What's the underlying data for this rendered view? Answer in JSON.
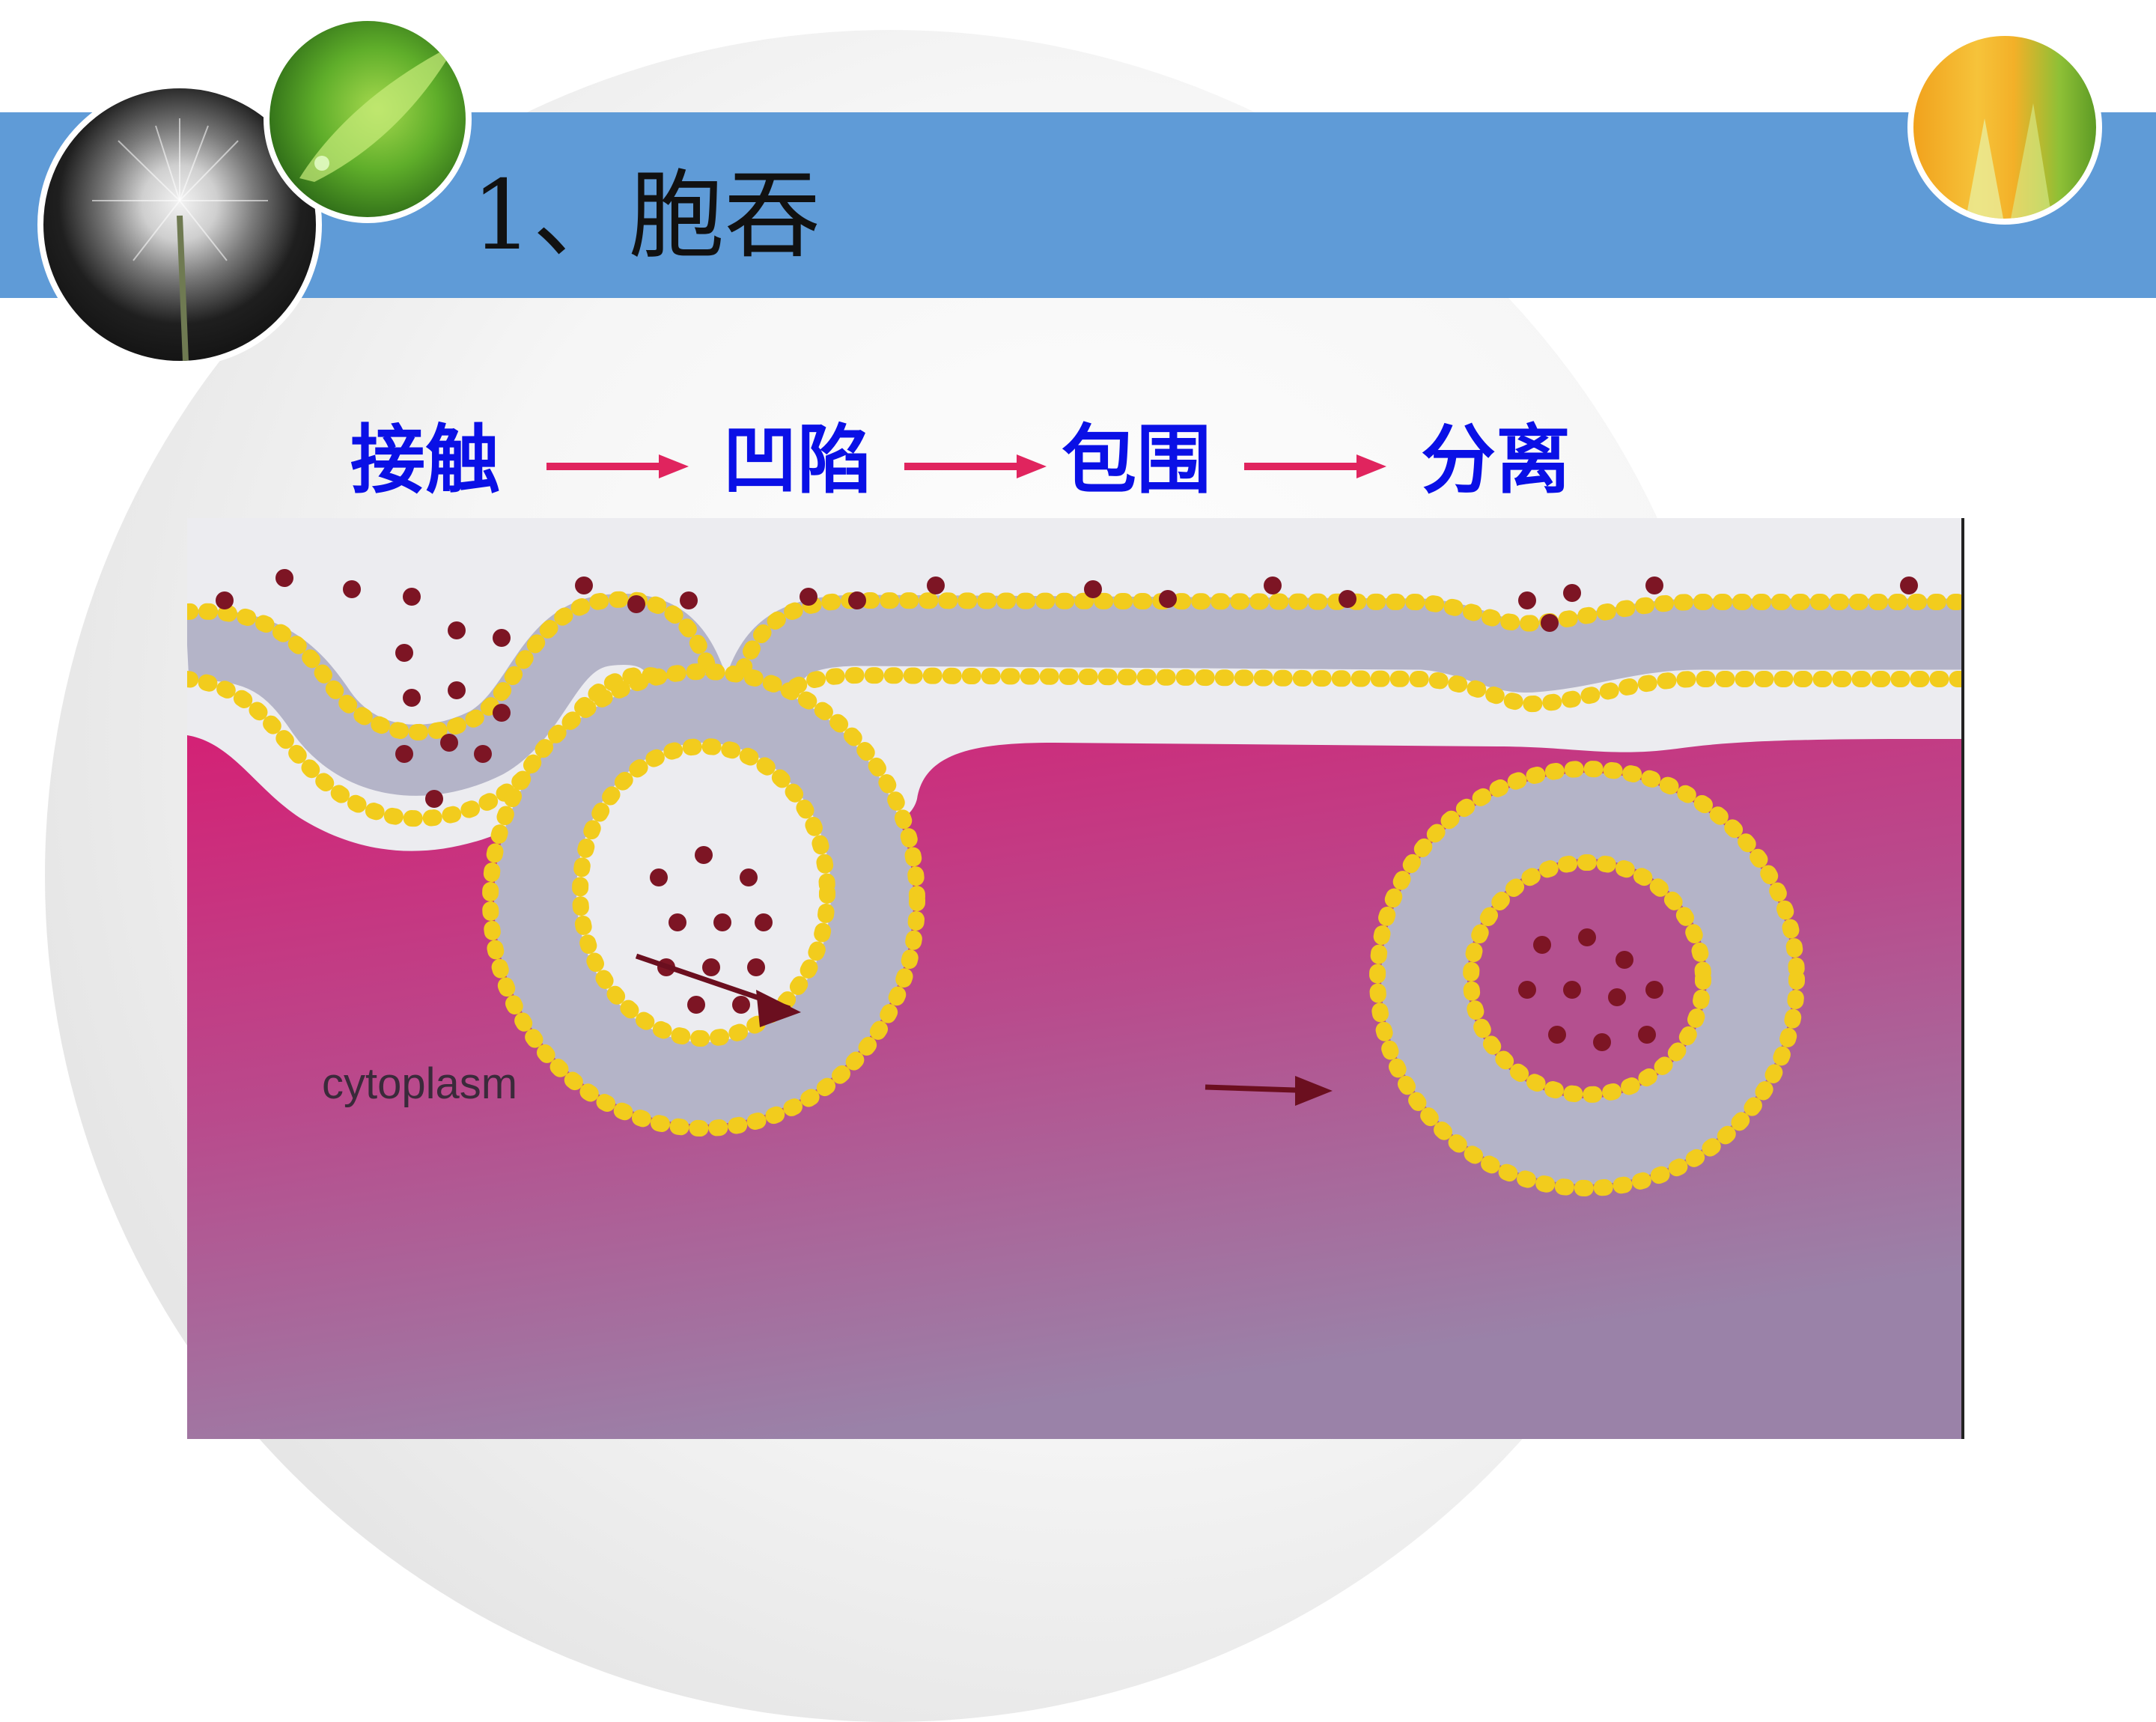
{
  "slide": {
    "title": "1、胞吞"
  },
  "steps": [
    {
      "label": "接触"
    },
    {
      "label": "凹陷"
    },
    {
      "label": "包围"
    },
    {
      "label": "分离"
    }
  ],
  "diagram": {
    "cytoplasm_label": "cytoplasm"
  },
  "colors": {
    "title_band": "#5f9bd7",
    "step_text": "#0a10e6",
    "step_arrow": "#e0245e",
    "phospholipid_head": "#f2cc1d",
    "cargo_particle": "#7d1524",
    "cytoplasm_top": "#d51f74",
    "cytoplasm_bottom": "#9a82a8"
  }
}
